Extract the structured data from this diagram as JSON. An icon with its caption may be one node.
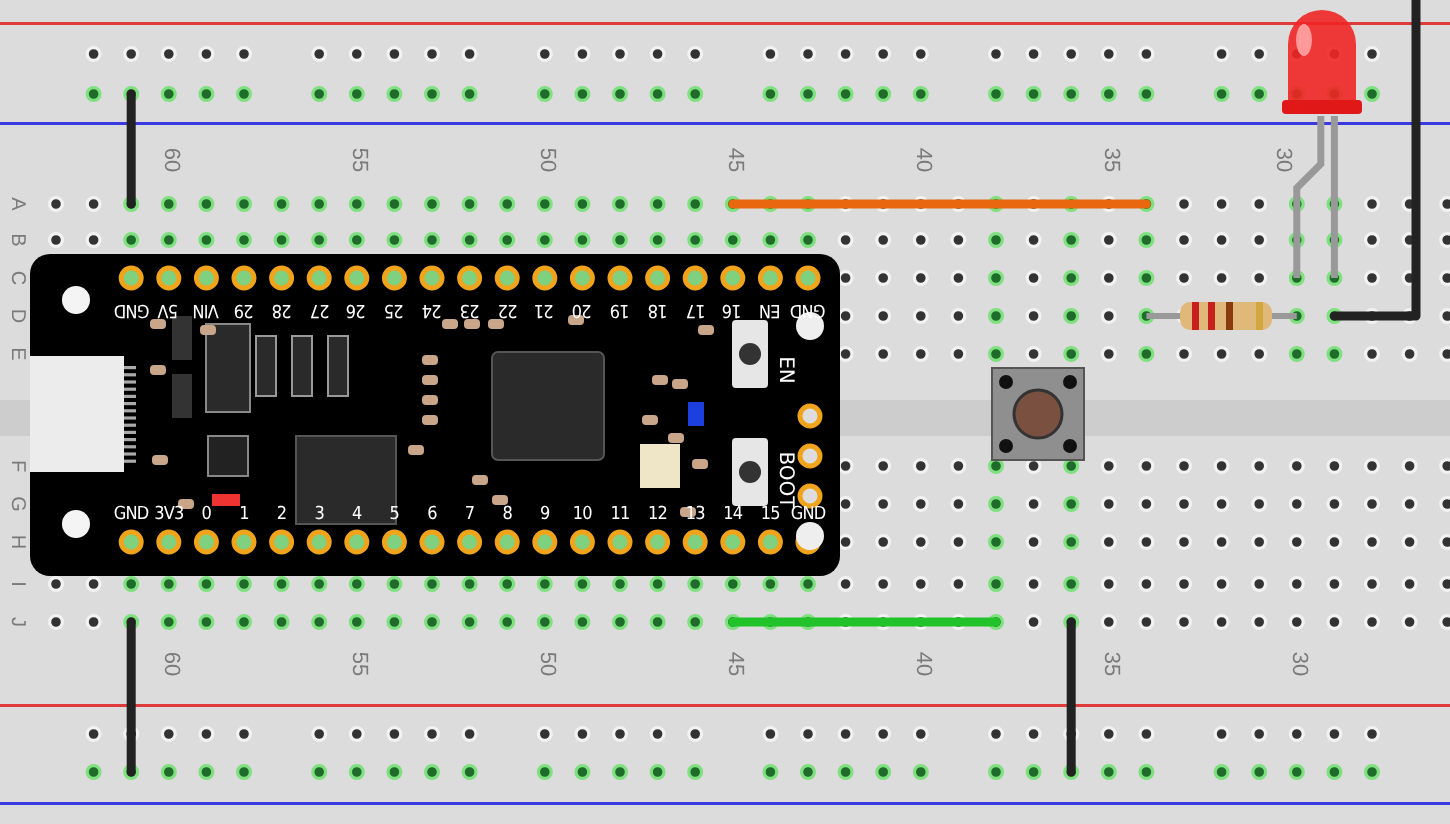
{
  "diagram": {
    "labels": [
      "60",
      "55",
      "50",
      "45",
      "40",
      "35",
      "30",
      "A",
      "B",
      "C",
      "D",
      "E",
      "GND",
      "5V",
      "VIN",
      "29",
      "28",
      "27",
      "26",
      "25",
      "24",
      "23",
      "22",
      "21",
      "20",
      "19",
      "18",
      "17",
      "16",
      "EN",
      "GND",
      "EN",
      "BOOT",
      "GND",
      "3V3",
      "0",
      "1",
      "2",
      "3",
      "4",
      "5",
      "6",
      "7",
      "8",
      "9",
      "10",
      "11",
      "12",
      "13",
      "14",
      "15",
      "GND",
      "F",
      "G",
      "H",
      "I",
      "J",
      "60",
      "55",
      "50",
      "45",
      "40",
      "35",
      "30"
    ]
  }
}
